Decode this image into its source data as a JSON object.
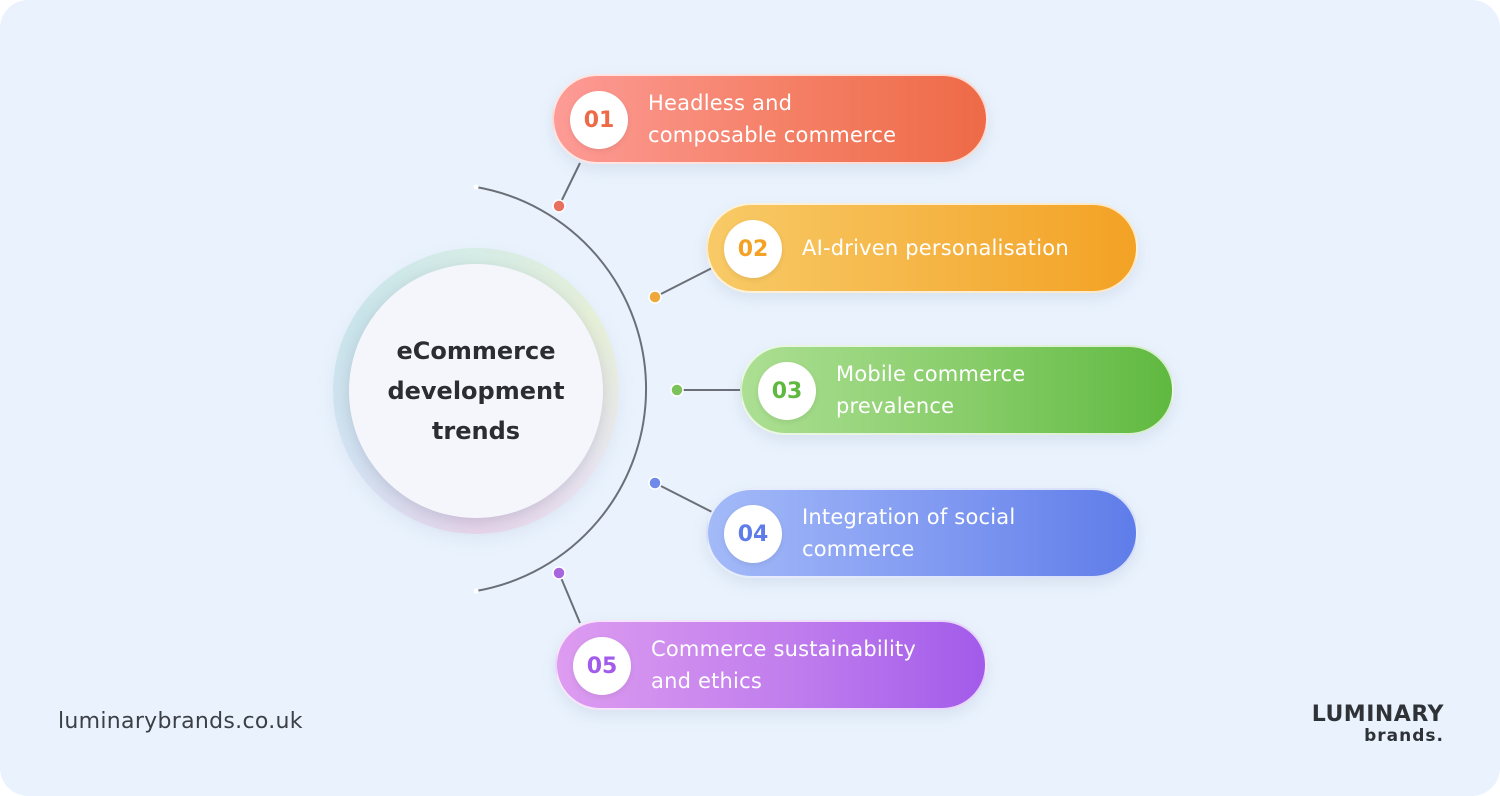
{
  "hub": {
    "title": "eCommerce development trends"
  },
  "trends": [
    {
      "number": "01",
      "label": "Headless and\ncomposable commerce",
      "color": "#ee6a47"
    },
    {
      "number": "02",
      "label": "AI-driven personalisation",
      "color": "#f3a224"
    },
    {
      "number": "03",
      "label": "Mobile commerce\nprevalence",
      "color": "#5fb940"
    },
    {
      "number": "04",
      "label": "Integration of social\ncommerce",
      "color": "#5f7de9"
    },
    {
      "number": "05",
      "label": "Commerce sustainability\nand ethics",
      "color": "#a25bea"
    }
  ],
  "footer": {
    "url": "luminarybrands.co.uk",
    "logo_main": "LUMINARY",
    "logo_sub": "brands."
  },
  "colors": {
    "background": "#eaf3fd",
    "connector": "#6b6f78"
  }
}
